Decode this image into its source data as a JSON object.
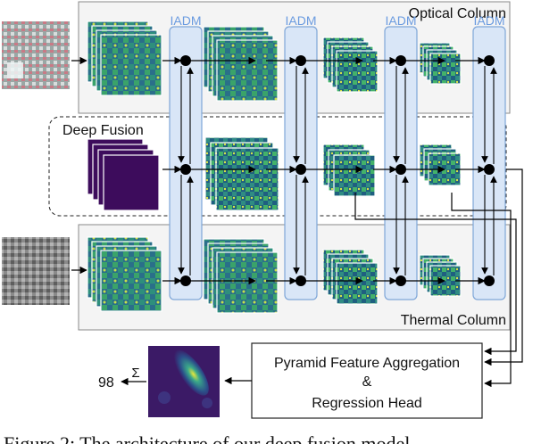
{
  "figure": {
    "optical_label": "Optical Column",
    "thermal_label": "Thermal Column",
    "fusion_label": "Deep Fusion",
    "iadm_label": "IADM",
    "head_line1": "Pyramid Feature Aggregation",
    "head_line2": "&",
    "head_line3": "Regression Head",
    "count_value": "98",
    "sum_symbol": "Σ",
    "caption": "Figure 2: The architecture of our deep fusion model"
  },
  "colors": {
    "iadm_fill": "#d9e6f7",
    "iadm_stroke": "#7fa6d8",
    "iadm_text": "#6a9be0",
    "fusion_purple": "#3d0c5c",
    "fusion_purple_dark": "#2a0845",
    "panel_fill": "#f4f4f4",
    "panel_stroke": "#8a8a8a",
    "feature_teal": "#2e8b8b",
    "feature_green": "#41b36a",
    "feature_yellow": "#d9e44a"
  }
}
